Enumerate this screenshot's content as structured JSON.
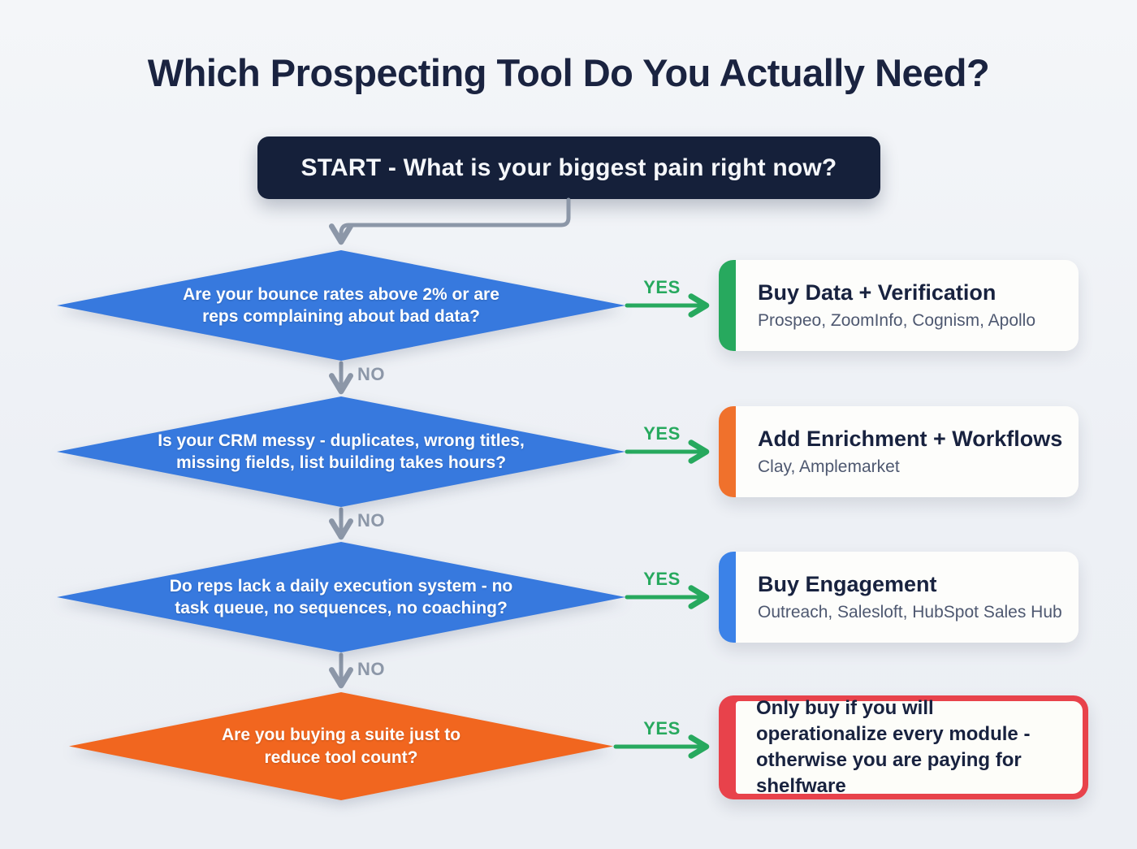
{
  "page": {
    "title": "Which Prospecting Tool Do You Actually Need?"
  },
  "start": {
    "label": "START - What is your biggest pain right now?"
  },
  "flow": {
    "yes_label": "YES",
    "no_label": "NO",
    "rows": [
      {
        "question": "Are your bounce rates above 2% or are reps complaining about bad data?",
        "diamond_color": "#3779de",
        "result": {
          "title": "Buy Data + Verification",
          "subtitle": "Prospeo, ZoomInfo, Cognism, Apollo",
          "accent_color": "#27a95e"
        }
      },
      {
        "question": "Is your CRM messy - duplicates, wrong titles, missing fields, list building takes hours?",
        "diamond_color": "#3779de",
        "result": {
          "title": "Add Enrichment + Workflows",
          "subtitle": "Clay, Amplemarket",
          "accent_color": "#f0712c"
        }
      },
      {
        "question": "Do reps lack a daily execution system - no task queue, no sequences, no coaching?",
        "diamond_color": "#3779de",
        "result": {
          "title": "Buy Engagement",
          "subtitle": "Outreach, Salesloft, HubSpot Sales Hub",
          "accent_color": "#3b82e8"
        }
      },
      {
        "question": "Are you buying a suite just to reduce tool count?",
        "diamond_color": "#f1661f",
        "result": {
          "title": "Only buy if you will operationalize every module - otherwise you are paying for shelfware",
          "accent_color": "#e8424b"
        }
      }
    ]
  },
  "colors": {
    "background": "#edf0f5",
    "title_text": "#1a2340",
    "start_box": "#15203a",
    "diamond_blue": "#3779de",
    "diamond_orange": "#f1661f",
    "yes_green": "#27a95e",
    "no_gray": "#8c97a8",
    "card_background": "#fdfdfb",
    "card_title_text": "#18223f",
    "card_subtitle_text": "#4e5870",
    "warning_red": "#e8424b"
  }
}
